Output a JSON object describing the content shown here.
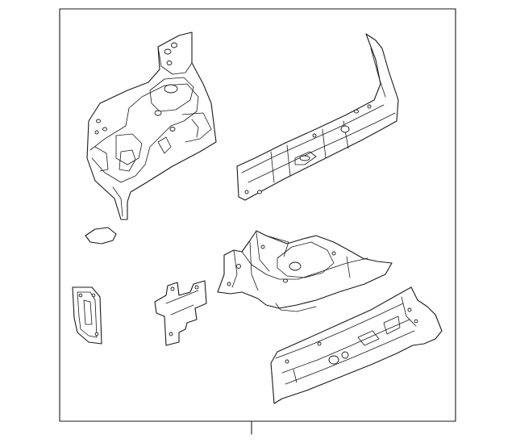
{
  "diagram": {
    "frame_color": "#1a1a1a",
    "background_color": "#ffffff",
    "parts": [
      "upper-left-apron-part",
      "right-rail-part",
      "small-gasket-part",
      "frame-plate-part",
      "bracket-part",
      "center-apron-part",
      "lower-rail-part"
    ]
  }
}
